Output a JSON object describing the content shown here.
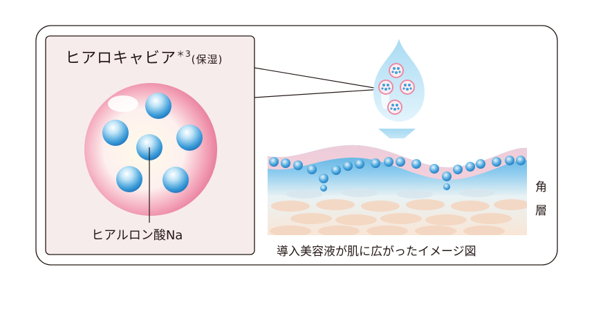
{
  "title": {
    "main": "ヒアロキャビア",
    "mark": "＊3",
    "note": "(保湿)"
  },
  "inner_label": "ヒアルロン酸Na",
  "caption": "導入美容液が肌に広がったイメージ図",
  "side_label": [
    "角",
    "層"
  ],
  "colors": {
    "frame": "#231815",
    "sphere_pink": "#e87f9c",
    "bead_blue": "#2f8fcf",
    "skin_pink": "#f5c7d2",
    "skin_blue": "#7fc3e8",
    "skin_beige": "#f3d7c4"
  }
}
